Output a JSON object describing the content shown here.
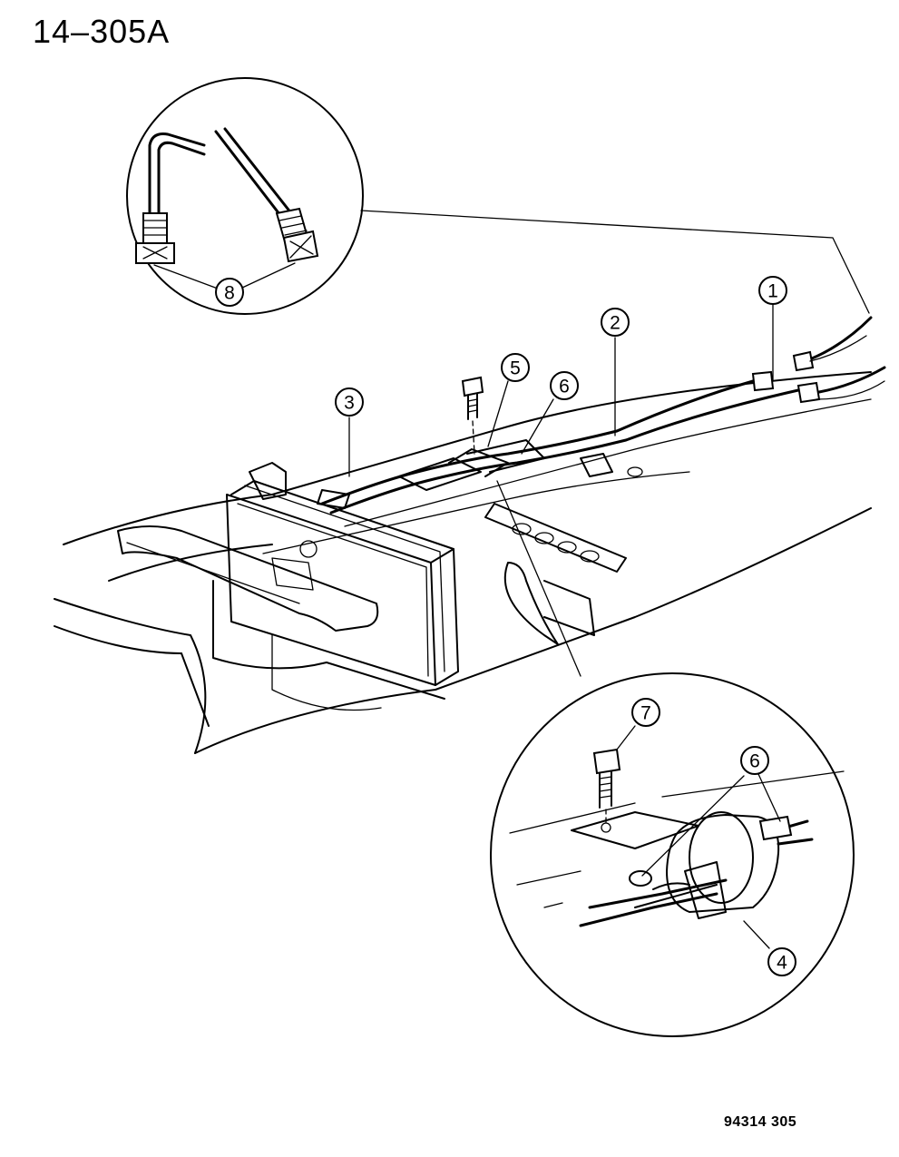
{
  "header": {
    "title": "14–305A"
  },
  "footer": {
    "figure_code": "94314  305"
  },
  "callouts": {
    "c1": "1",
    "c2": "2",
    "c3": "3",
    "c4": "4",
    "c5": "5",
    "c6a": "6",
    "c6b": "6",
    "c7": "7",
    "c8": "8"
  }
}
